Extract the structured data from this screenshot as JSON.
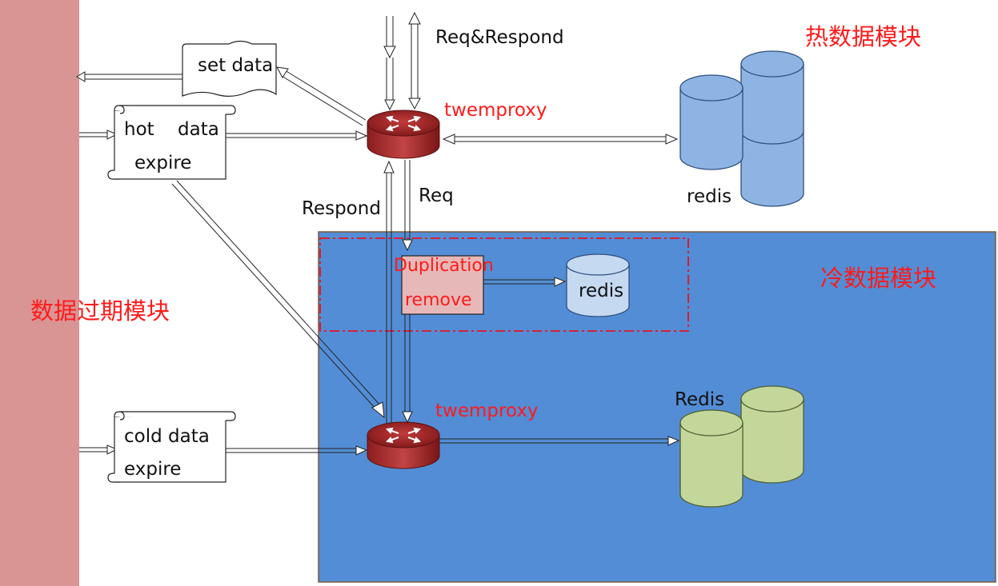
{
  "labels": {
    "expiry_module": "数据过期模块",
    "hot_module": "热数据模块",
    "cold_module": "冷数据模块",
    "req_respond": "Req&Respond",
    "twemproxy_top": "twemproxy",
    "twemproxy_bottom": "twemproxy",
    "set_data": "set data",
    "hot_data_line1_a": "hot",
    "hot_data_line1_b": "data",
    "hot_data_line2": "expire",
    "cold_data_line1": "cold data",
    "cold_data_line2": "expire",
    "respond": "Respond",
    "req": "Req",
    "dup_line1": "Duplication",
    "dup_line2": "remove",
    "redis_hot": "redis",
    "redis_dedup": "redis",
    "redis_cold": "Redis"
  },
  "colors": {
    "expiry_bar": "#d99594",
    "cold_bg": "#538dd5",
    "router": "#a52a2a",
    "redis_hot": "#8db4e2",
    "redis_cold": "#c4d79b",
    "dedup_box": "#e6b9b8",
    "dedup_redis": "#c5d9f1",
    "red_text": "#ff1a1a"
  }
}
